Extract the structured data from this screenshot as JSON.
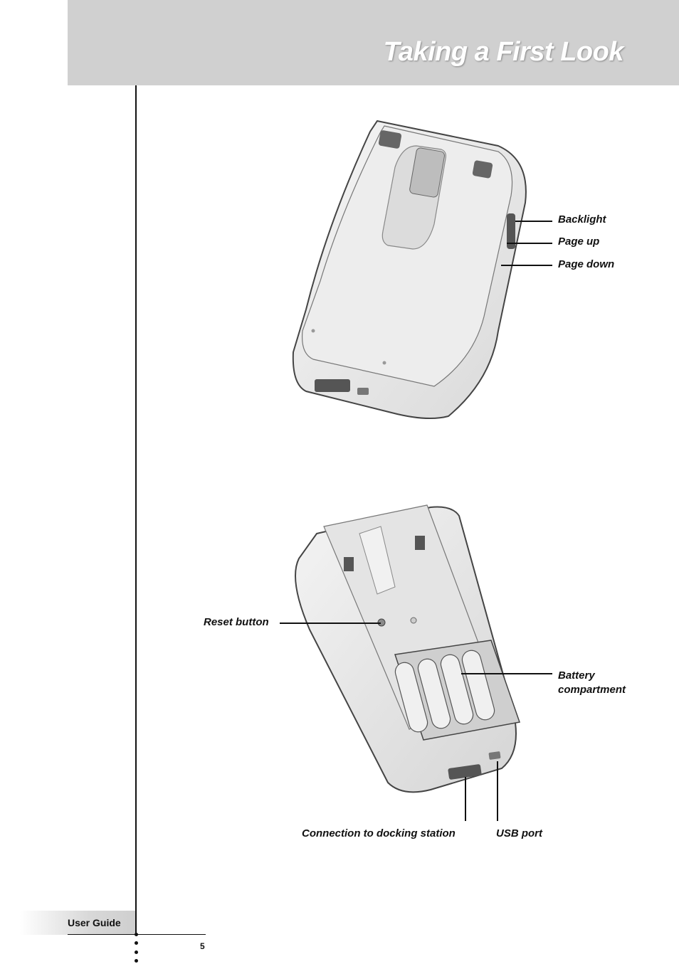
{
  "header": {
    "title": "Taking a First Look"
  },
  "figure_top": {
    "callouts": {
      "backlight": "Backlight",
      "page_up": "Page up",
      "page_down": "Page down"
    }
  },
  "figure_bottom": {
    "callouts": {
      "reset_button": "Reset button",
      "battery_line1": "Battery",
      "battery_line2": "compartment",
      "docking": "Connection to docking station",
      "usb": "USB port"
    }
  },
  "footer": {
    "label": "User Guide",
    "page_number": "5"
  }
}
